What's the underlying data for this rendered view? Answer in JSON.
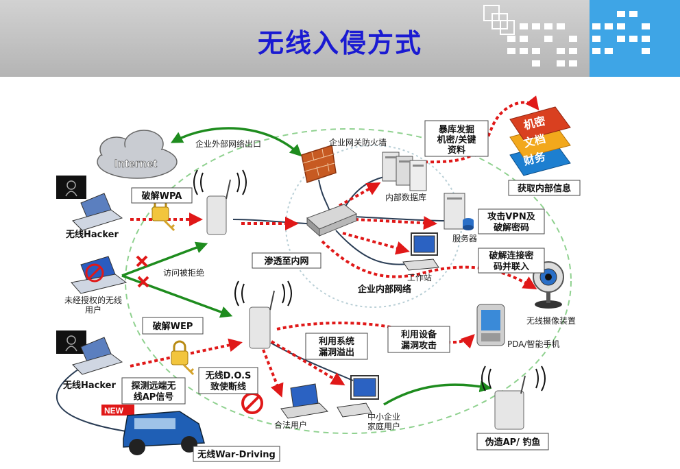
{
  "header": {
    "title": "无线入侵方式"
  },
  "diagram": {
    "internet": "Internet",
    "exit_label": "企业外部网络出口",
    "firewall_label": "企业网关防火墙",
    "db_label": "内部数据库",
    "server_label": "服务器",
    "workstation_label": "工作站",
    "intranet_label": "企业内部网络",
    "camera_label": "无线摄像装置",
    "pda_label": "PDA/智能手机",
    "legit_user_label": "合法用户",
    "sme_label": [
      "中小企业",
      "家庭用户"
    ],
    "unauth_label": [
      "未经授权的无线",
      "用户"
    ],
    "denied_label": "访问被拒绝",
    "hacker1_label": "无线Hacker",
    "hacker2_label": "无线Hacker",
    "new_badge": "NEW",
    "docs": [
      "机密",
      "文档",
      "财务"
    ],
    "boxes": {
      "wpa": "破解WPA",
      "wep": "破解WEP",
      "penetrate": "渗透至内网",
      "brute": [
        "暴库发掘",
        "机密/关键",
        "资料"
      ],
      "get_info": "获取内部信息",
      "vpn": [
        "攻击VPN及",
        "破解密码"
      ],
      "crack_link": [
        "破解连接密",
        "码并联入"
      ],
      "device_attack": [
        "利用设备",
        "漏洞攻击"
      ],
      "sys_overflow": [
        "利用系统",
        "漏洞溢出"
      ],
      "dos": [
        "无线D.O.S",
        "致使断线"
      ],
      "detect_ap": [
        "探测远端无",
        "线AP信号"
      ],
      "fake_ap": "伪造AP/ 钓鱼",
      "war_driving": "无线War-Driving"
    }
  }
}
